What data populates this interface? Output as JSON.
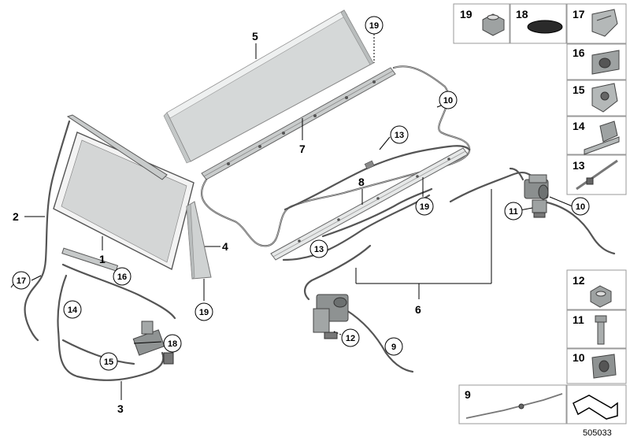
{
  "diagram": {
    "doc_number": "505033",
    "part_labels": [
      "1",
      "2",
      "3",
      "4",
      "5",
      "6",
      "7",
      "8",
      "9"
    ],
    "circled_labels": {
      "c17": "17",
      "c16": "16",
      "c14": "14",
      "c15": "15",
      "c18": "18",
      "c19a": "19",
      "c19b": "19",
      "c19c": "19",
      "c10a": "10",
      "c10b": "10",
      "c13a": "13",
      "c13b": "13",
      "c11": "11",
      "c12": "12",
      "c9": "9"
    },
    "parts_panel": {
      "top_row": [
        "19",
        "18",
        "17"
      ],
      "right_column": [
        "16",
        "15",
        "14",
        "13"
      ],
      "lower_column": [
        "12",
        "11",
        "10"
      ],
      "bottom": [
        "9"
      ]
    }
  }
}
